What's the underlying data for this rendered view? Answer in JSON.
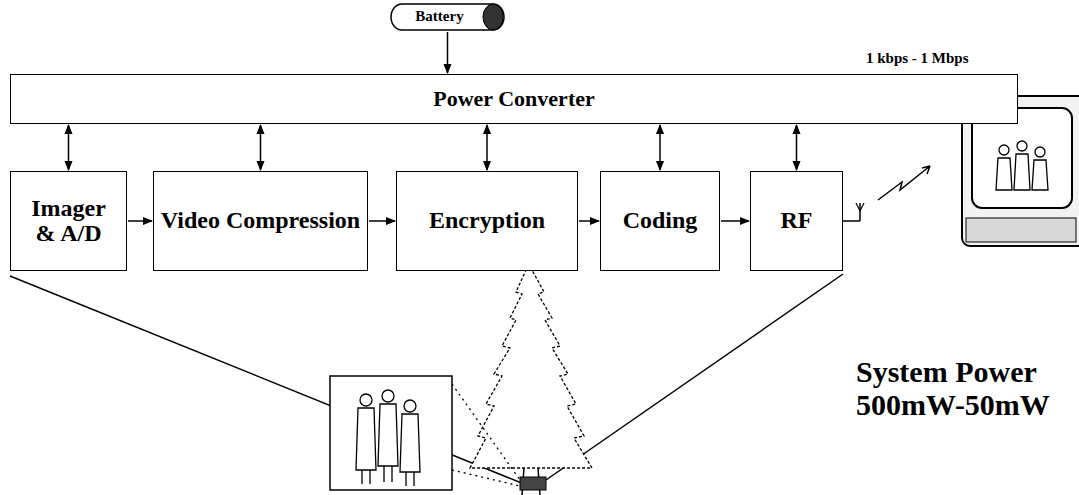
{
  "diagram": {
    "nodes": [
      {
        "text": [
          "Battery"
        ]
      },
      {
        "text": [
          "Power Converter"
        ]
      },
      {
        "text": [
          "Imager & A/D"
        ]
      },
      {
        "text": [
          "Video Compression"
        ]
      },
      {
        "text": [
          "Encryption"
        ]
      },
      {
        "text": [
          "Coding"
        ]
      },
      {
        "text": [
          "RF"
        ]
      }
    ],
    "edges": [
      {
        "from": 0,
        "to": 1,
        "arrow": "to"
      },
      {
        "from": 1,
        "to": 2,
        "arrow": "both"
      },
      {
        "from": 1,
        "to": 3,
        "arrow": "both"
      },
      {
        "from": 1,
        "to": 4,
        "arrow": "both"
      },
      {
        "from": 1,
        "to": 5,
        "arrow": "both"
      },
      {
        "from": 1,
        "to": 6,
        "arrow": "both"
      },
      {
        "from": 2,
        "to": 3,
        "arrow": "to"
      },
      {
        "from": 3,
        "to": 4,
        "arrow": "to"
      },
      {
        "from": 4,
        "to": 5,
        "arrow": "to"
      },
      {
        "from": 5,
        "to": 6,
        "arrow": "to"
      }
    ],
    "labels": [
      "1 kbps - 1 Mbps",
      "System Power",
      "500mW-50mW"
    ]
  }
}
